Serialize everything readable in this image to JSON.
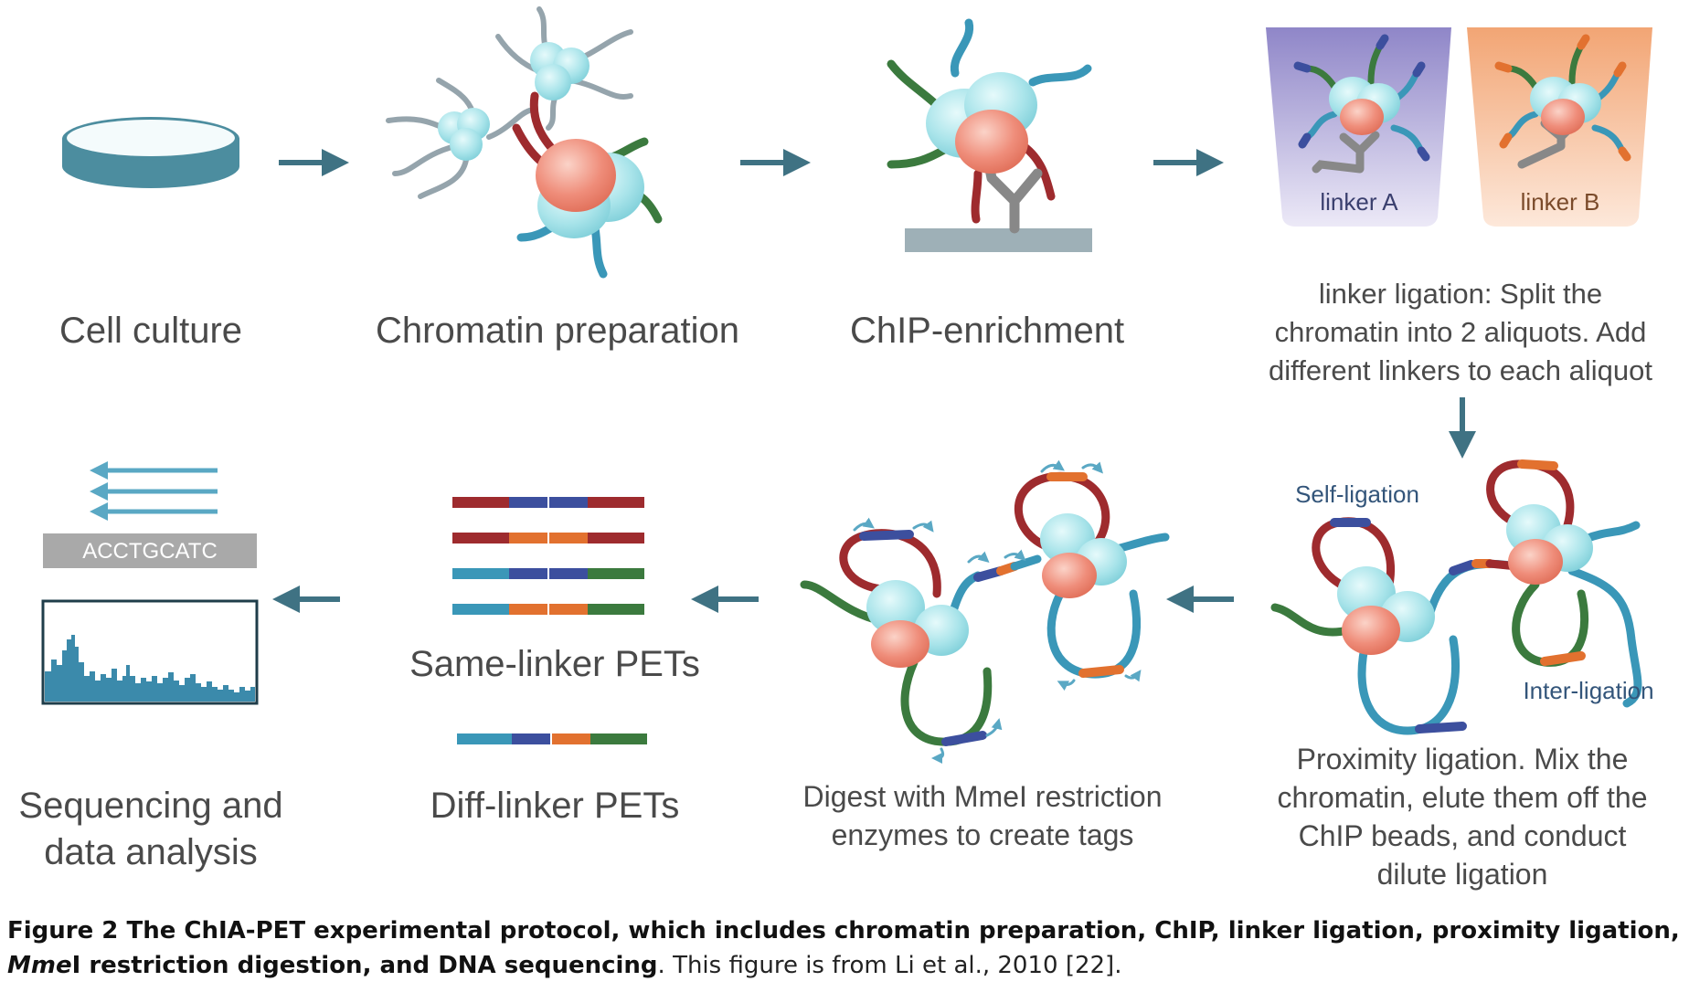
{
  "figure": {
    "stages": {
      "cell_culture": "Cell culture",
      "chromatin_prep": "Chromatin preparation",
      "chip": "ChIP-enrichment",
      "linker_line1": "linker ligation: Split the",
      "linker_line2": "chromatin into 2 aliquots. Add",
      "linker_line3": "different linkers to each aliquot",
      "proximity_line1": "Proximity ligation. Mix the",
      "proximity_line2": "chromatin, elute them off the",
      "proximity_line3": "ChIP beads, and conduct",
      "proximity_line4": "dilute ligation",
      "digest_line1": "Digest with MmeI restriction",
      "digest_line2": "enzymes to create tags",
      "same_linker": "Same-linker PETs",
      "diff_linker": "Diff-linker PETs",
      "seq_line1": "Sequencing and",
      "seq_line2": "data analysis"
    },
    "labels": {
      "linker_a": "linker A",
      "linker_b": "linker B",
      "self_ligation": "Self-ligation",
      "inter_ligation": "Inter-ligation",
      "sequence": "ACCTGCATC"
    },
    "colors": {
      "protein_cyan": "#a9e4ea",
      "protein_red": "#ef8d7a",
      "dna_blue": "#3a97b8",
      "dna_red": "#9e2b2e",
      "dna_green": "#3b7a3e",
      "linker_blue": "#3c4f9e",
      "linker_orange": "#e2712f",
      "arrow": "#3f7283",
      "dish": "#4c8d9f",
      "bar_grey": "#a9a9a9",
      "histogram": "#3b8aab"
    }
  },
  "caption": {
    "figure_label": "Figure 2",
    "bold_part1": " The ChIA-PET experimental protocol, which includes chromatin preparation, ChIP, linker ligation, proximity ligation, ",
    "italic_part": "Mme",
    "bold_part2": "I restriction digestion, and DNA sequencing",
    "rest": ". This figure is from Li et al., 2010 [22]."
  }
}
